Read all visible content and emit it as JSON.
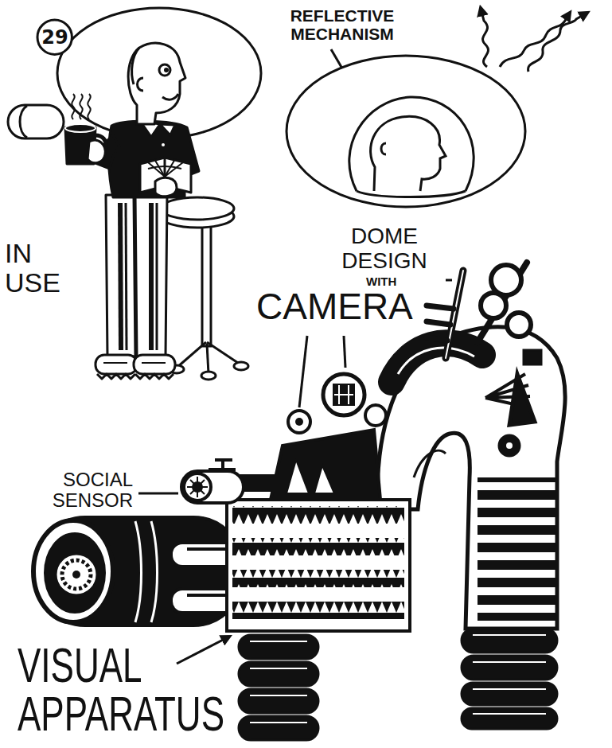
{
  "diagram": {
    "nodes": [
      {
        "text": [
          "29"
        ]
      }
    ],
    "labels": [
      "REFLECTIVE MECHANISM",
      "IN USE",
      "DOME DESIGN",
      "WITH",
      "CAMERA",
      "SOCIAL SENSOR",
      "VISUAL APPARATUS"
    ]
  }
}
